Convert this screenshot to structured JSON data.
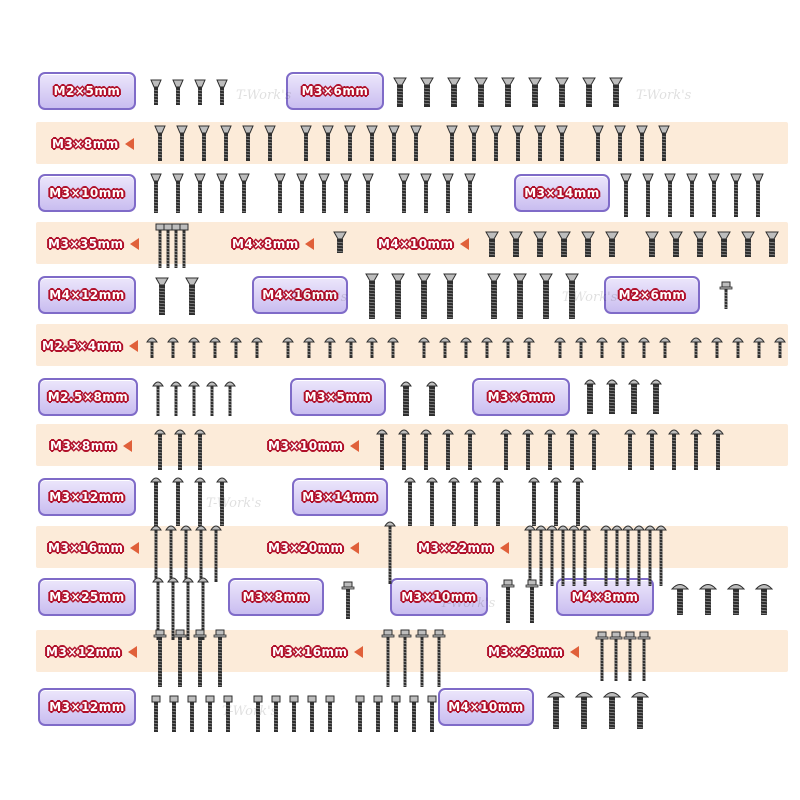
{
  "watermark": "T-Work's",
  "colors": {
    "band": "#fcebd9",
    "label_fill": "#c9bdf0",
    "label_border": "#7f6bc8",
    "label_text_outline": "#b0102a",
    "arrow": "#e0603a",
    "screw_dark": "#2f2f2f",
    "screw_light": "#bdbdbd"
  },
  "rows": [
    {
      "banded": false,
      "groups": [
        {
          "label": "M2×5mm",
          "head": "countersunk",
          "count": 4
        },
        {
          "label": "M3×6mm",
          "head": "countersunk",
          "count": 9
        }
      ]
    },
    {
      "banded": true,
      "groups": [
        {
          "label": "M3×8mm",
          "head": "countersunk",
          "count": 22
        }
      ]
    },
    {
      "banded": false,
      "groups": [
        {
          "label": "M3×10mm",
          "head": "countersunk",
          "count": 14
        },
        {
          "label": "M3×14mm",
          "head": "countersunk",
          "count": 7
        }
      ]
    },
    {
      "banded": true,
      "groups": [
        {
          "label": "M3×35mm",
          "head": "countersunk",
          "count": 4
        },
        {
          "label": "M4×8mm",
          "head": "countersunk",
          "count": 1
        },
        {
          "label": "M4×10mm",
          "head": "countersunk",
          "count": 13
        }
      ]
    },
    {
      "banded": false,
      "groups": [
        {
          "label": "M4×12mm",
          "head": "countersunk",
          "count": 2
        },
        {
          "label": "M4×16mm",
          "head": "countersunk",
          "count": 8
        },
        {
          "label": "M2×6mm",
          "head": "flanged",
          "count": 1
        }
      ]
    },
    {
      "banded": true,
      "groups": [
        {
          "label": "M2.5×4mm",
          "head": "button",
          "count": 29
        }
      ]
    },
    {
      "banded": false,
      "groups": [
        {
          "label": "M2.5×8mm",
          "head": "button",
          "count": 5
        },
        {
          "label": "M3×5mm",
          "head": "button",
          "count": 2
        },
        {
          "label": "M3×6mm",
          "head": "button",
          "count": 4
        }
      ]
    },
    {
      "banded": true,
      "groups": [
        {
          "label": "M3×8mm",
          "head": "button",
          "count": 3
        },
        {
          "label": "M3×10mm",
          "head": "button",
          "count": 15
        }
      ]
    },
    {
      "banded": false,
      "groups": [
        {
          "label": "M3×12mm",
          "head": "button",
          "count": 4
        },
        {
          "label": "M3×14mm",
          "head": "button",
          "count": 8
        }
      ]
    },
    {
      "banded": true,
      "groups": [
        {
          "label": "M3×16mm",
          "head": "button",
          "count": 5
        },
        {
          "label": "M3×20mm",
          "head": "button",
          "count": 1
        },
        {
          "label": "M3×22mm",
          "head": "button",
          "count": 12
        }
      ]
    },
    {
      "banded": false,
      "groups": [
        {
          "label": "M3×25mm",
          "head": "button",
          "count": 4
        },
        {
          "label": "M3×8mm",
          "head": "flanged",
          "count": 1
        },
        {
          "label": "M3×10mm",
          "head": "flanged",
          "count": 2
        },
        {
          "label": "M4×8mm",
          "head": "button",
          "count": 4
        }
      ]
    },
    {
      "banded": true,
      "groups": [
        {
          "label": "M3×12mm",
          "head": "flanged",
          "count": 4
        },
        {
          "label": "M3×16mm",
          "head": "flanged",
          "count": 4
        },
        {
          "label": "M3×28mm",
          "head": "flanged",
          "count": 4
        }
      ]
    },
    {
      "banded": false,
      "groups": [
        {
          "label": "M3×12mm",
          "head": "socket",
          "count": 15
        },
        {
          "label": "M4×10mm",
          "head": "button",
          "count": 4
        }
      ]
    }
  ]
}
